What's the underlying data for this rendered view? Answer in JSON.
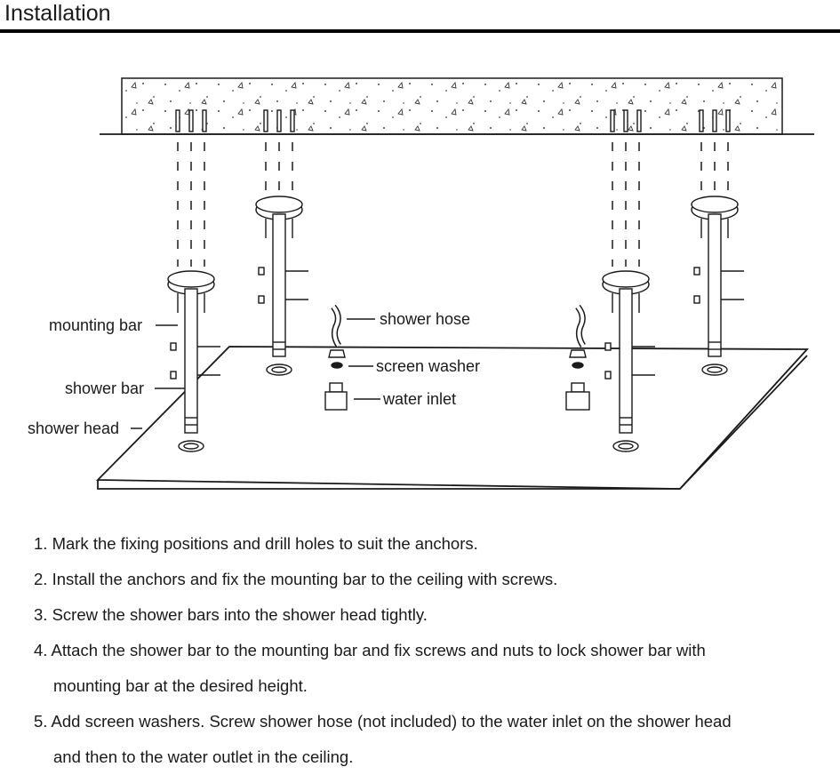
{
  "title": "Installation",
  "labels": {
    "mounting_bar": "mounting bar",
    "shower_bar": "shower bar",
    "shower_head": "shower head",
    "shower_hose": "shower hose",
    "screen_washer": "screen washer",
    "water_inlet": "water inlet"
  },
  "steps": [
    {
      "lines": [
        "1. Mark the fixing positions and drill holes to suit the anchors."
      ]
    },
    {
      "lines": [
        "2. Install the anchors and fix the mounting bar to the ceiling with screws."
      ]
    },
    {
      "lines": [
        "3. Screw the shower bars into the shower head tightly."
      ]
    },
    {
      "lines": [
        "4. Attach the shower bar to the mounting bar and fix screws and nuts to lock shower bar with",
        "mounting bar at the desired height."
      ]
    },
    {
      "lines": [
        "5. Add screen washers. Screw shower hose (not included) to the water inlet on the shower head",
        "and then to the water outlet in the ceiling."
      ]
    }
  ],
  "colors": {
    "ink": "#1a1a1a",
    "background": "#ffffff"
  }
}
